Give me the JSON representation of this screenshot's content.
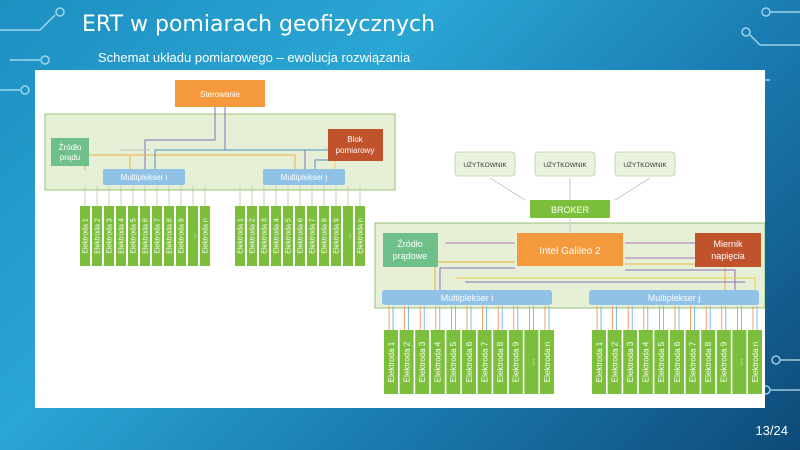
{
  "header": {
    "title": "ERT w pomiarach geofizycznych",
    "subtitle": "Schemat układu pomiarowego – ewolucja rozwiązania"
  },
  "page_number": "13/24",
  "left_scheme": {
    "control": "Sterowanie",
    "source": [
      "Źródło",
      "prądu"
    ],
    "meter": [
      "Blok",
      "pomiarowy"
    ],
    "mux_i": "Multiplekser i",
    "mux_j": "Multiplekser j"
  },
  "right_scheme": {
    "users": [
      "UŻYTKOWNIK",
      "UŻYTKOWNIK",
      "UŻYTKOWNIK"
    ],
    "broker": "BROKER",
    "controller": "Intel Galileo 2",
    "source": [
      "Źródło",
      "prądowe"
    ],
    "meter": [
      "Miernik",
      "napięcia"
    ],
    "mux_i": "Multiplekser i",
    "mux_j": "Multiplekser j"
  },
  "electrodes": [
    "Elektroda 1",
    "Elektroda 2",
    "Elektroda 3",
    "Elektroda 4",
    "Elektroda 5",
    "Elektroda 6",
    "Elektroda 7",
    "Elektroda 8",
    "Elektroda 9",
    "...",
    "Elektroda n"
  ],
  "colors": {
    "control": "#f59a3c",
    "source": "#6fbf8a",
    "meter": "#c0522c",
    "mux": "#8fc2e6",
    "group": "#e4efd2",
    "electrode": "#7cbf3c",
    "broker": "#7cbf3c",
    "user": "#e8f2dc"
  }
}
